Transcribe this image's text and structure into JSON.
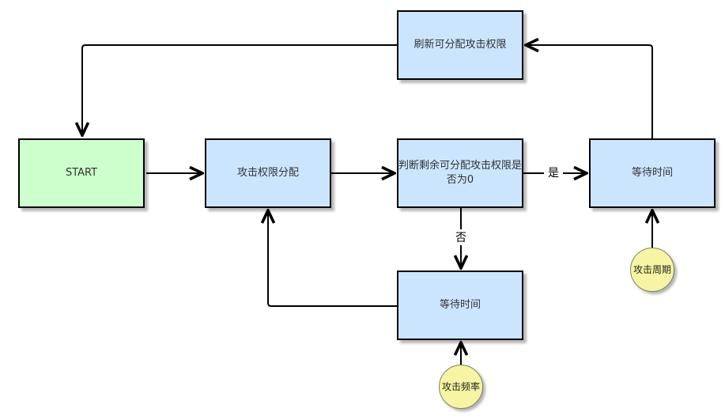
{
  "nodes": {
    "refresh": {
      "label": "刷新可分配攻击权限",
      "type": "process",
      "fill": "#cce5ff"
    },
    "start": {
      "label": "START",
      "type": "start",
      "fill": "#ccffcc"
    },
    "allocate": {
      "label": "攻击权限分配",
      "type": "process",
      "fill": "#cce5ff"
    },
    "decision": {
      "label": "判断剩余可分配攻击权限是否为0",
      "type": "process",
      "fill": "#cce5ff"
    },
    "wait_right": {
      "label": "等待时间",
      "type": "process",
      "fill": "#cce5ff"
    },
    "wait_bottom": {
      "label": "等待时间",
      "type": "process",
      "fill": "#cce5ff"
    },
    "attack_cycle": {
      "label": "攻击周期",
      "type": "event",
      "fill": "#f5f5a3"
    },
    "attack_frequency": {
      "label": "攻击频率",
      "type": "event",
      "fill": "#f5f5a3"
    }
  },
  "edge_labels": {
    "yes": "是",
    "no": "否"
  },
  "edges": [
    {
      "from": "refresh",
      "to": "start",
      "label": ""
    },
    {
      "from": "start",
      "to": "allocate",
      "label": ""
    },
    {
      "from": "allocate",
      "to": "decision",
      "label": ""
    },
    {
      "from": "decision",
      "to": "wait_right",
      "label": "是"
    },
    {
      "from": "decision",
      "to": "wait_bottom",
      "label": "否"
    },
    {
      "from": "wait_right",
      "to": "refresh",
      "label": ""
    },
    {
      "from": "wait_bottom",
      "to": "allocate",
      "label": ""
    },
    {
      "from": "attack_cycle",
      "to": "wait_right",
      "label": ""
    },
    {
      "from": "attack_frequency",
      "to": "wait_bottom",
      "label": ""
    }
  ],
  "colors": {
    "process_fill": "#cce5ff",
    "start_fill": "#ccffcc",
    "event_fill": "#f5f5a3",
    "line": "#000000",
    "text": "#333333",
    "background": "#ffffff"
  }
}
